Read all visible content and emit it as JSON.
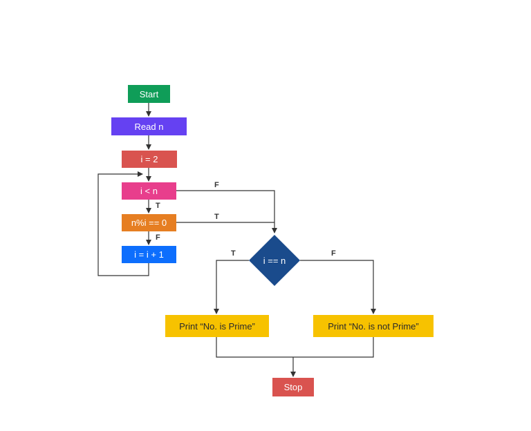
{
  "nodes": {
    "start": {
      "label": "Start",
      "color": "#0f9d58"
    },
    "read_n": {
      "label": "Read n",
      "color": "#6541f2"
    },
    "init_i": {
      "label": "i = 2",
      "color": "#d9534f"
    },
    "loop_cond": {
      "label": "i < n",
      "color": "#e83e8c"
    },
    "mod_check": {
      "label": "n%i == 0",
      "color": "#e67e22"
    },
    "increment": {
      "label": "i = i + 1",
      "color": "#0d6efd"
    },
    "eq_check": {
      "label": "i == n",
      "color": "#1a4b8c"
    },
    "print_prime": {
      "label": "Print “No. is Prime”",
      "color": "#f7c200"
    },
    "print_not_prime": {
      "label": "Print “No. is not Prime”",
      "color": "#f7c200"
    },
    "stop": {
      "label": "Stop",
      "color": "#d9534f"
    }
  },
  "edge_labels": {
    "loop_cond_false": "F",
    "loop_cond_true": "T",
    "mod_check_true": "T",
    "mod_check_false": "F",
    "eq_check_true": "T",
    "eq_check_false": "F"
  },
  "line_color": "#333333"
}
